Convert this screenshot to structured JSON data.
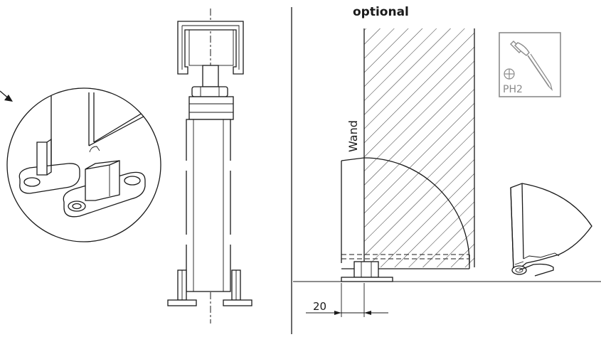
{
  "labels": {
    "optional": "optional",
    "wall": "Wand",
    "tool": "PH2",
    "dimension": "20"
  },
  "icons": {
    "tool_icon": "screwdriver-icon",
    "head_type": "phillips-head-icon"
  },
  "colors": {
    "line": "#1a1a1a",
    "tool_box": "#8a8a8a",
    "background": "#ffffff"
  }
}
